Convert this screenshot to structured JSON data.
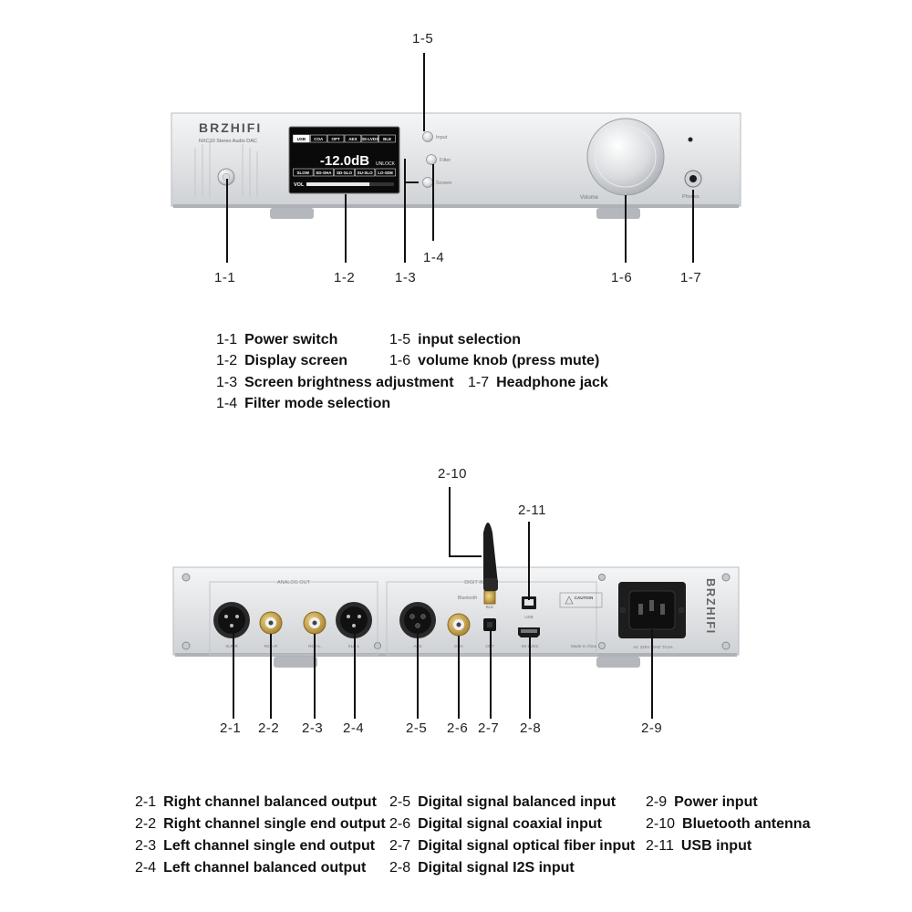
{
  "front": {
    "brand": "BRZHIFI",
    "model": "NXC10 Stereo Audio DAC",
    "display": {
      "tabs": [
        "USB",
        "COA",
        "OPT",
        "AES",
        "IIS-LVDS",
        "BLE"
      ],
      "volume": "-12.0dB",
      "status": "UNLOCK",
      "filters": [
        "SLOW",
        "SD-SHA",
        "SD-SLO",
        "SU-SLO",
        "LO-SDE"
      ],
      "vol_label": "VOL",
      "vol_level": 0.72
    },
    "buttons": {
      "input": "Input",
      "filter": "Filter",
      "screen": "Screen"
    },
    "knob_label": "Volume",
    "jack_label": "Phones"
  },
  "callouts_front": {
    "c1_1": "1-1",
    "c1_2": "1-2",
    "c1_3": "1-3",
    "c1_4": "1-4",
    "c1_5": "1-5",
    "c1_6": "1-6",
    "c1_7": "1-7"
  },
  "legend_front": [
    {
      "num": "1-1",
      "text": "Power switch"
    },
    {
      "num": "1-2",
      "text": "Display screen"
    },
    {
      "num": "1-3",
      "text": "Screen brightness adjustment"
    },
    {
      "num": "1-4",
      "text": "Filter mode selection"
    },
    {
      "num": "1-5",
      "text": "input selection"
    },
    {
      "num": "1-6",
      "text": "volume knob (press mute)"
    },
    {
      "num": "1-7",
      "text": "Headphone jack"
    }
  ],
  "rear": {
    "analog_out": "ANALOG OUT",
    "digital_in": "DIGIT IN",
    "bluetooth": "Bluetooth",
    "brand": "BRZHIFI",
    "ports": {
      "xlr_r": "XLR-R",
      "rca_r": "RCA-R",
      "rca_l": "RCA-L",
      "xlr_l": "XLR-L",
      "aes": "AES",
      "coa": "COA",
      "opt": "OPT",
      "usb": "USB",
      "iis": "IIS-LVDS",
      "ble": "BLE"
    },
    "caution": "CAUTION",
    "made_in": "Made in china",
    "power_rating": "AC 220V 50HZ T0.5A"
  },
  "callouts_rear": {
    "c2_1": "2-1",
    "c2_2": "2-2",
    "c2_3": "2-3",
    "c2_4": "2-4",
    "c2_5": "2-5",
    "c2_6": "2-6",
    "c2_7": "2-7",
    "c2_8": "2-8",
    "c2_9": "2-9",
    "c2_10": "2-10",
    "c2_11": "2-11"
  },
  "legend_rear": [
    {
      "num": "2-1",
      "text": "Right channel balanced output"
    },
    {
      "num": "2-2",
      "text": "Right channel single end output"
    },
    {
      "num": "2-3",
      "text": "Left channel single end output"
    },
    {
      "num": "2-4",
      "text": "Left channel balanced output"
    },
    {
      "num": "2-5",
      "text": "Digital signal balanced input"
    },
    {
      "num": "2-6",
      "text": "Digital signal coaxial input"
    },
    {
      "num": "2-7",
      "text": "Digital signal optical fiber input"
    },
    {
      "num": "2-8",
      "text": "Digital signal I2S input"
    },
    {
      "num": "2-9",
      "text": "Power input"
    },
    {
      "num": "2-10",
      "text": "Bluetooth antenna"
    },
    {
      "num": "2-11",
      "text": "USB input"
    }
  ],
  "colors": {
    "chassis": "#e4e6e8",
    "screen": "#0a0a0a",
    "gold": "#c9a24a",
    "line": "#111111"
  }
}
